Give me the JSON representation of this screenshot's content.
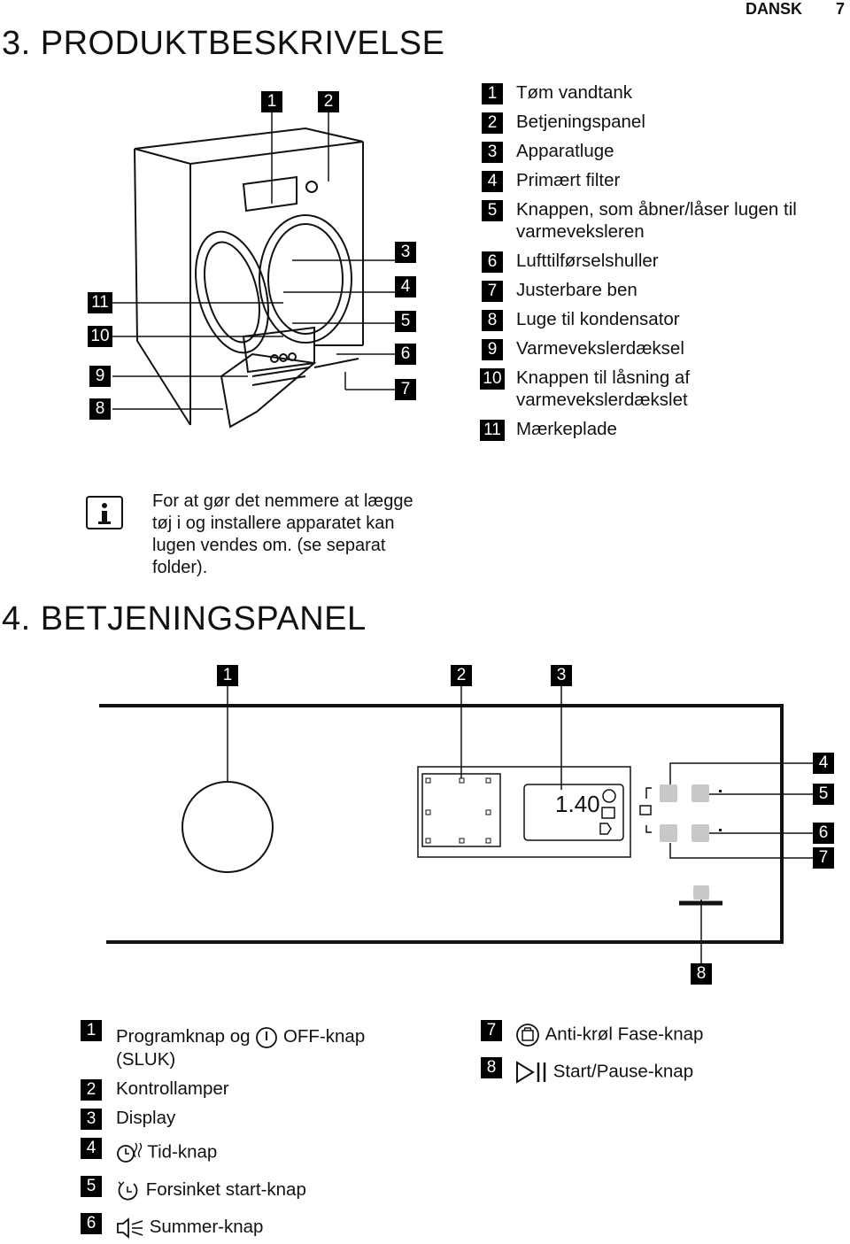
{
  "header": {
    "language": "DANSK",
    "page_number": "7"
  },
  "section3": {
    "title": "3. PRODUKTBESKRIVELSE",
    "callouts": [
      "1",
      "2",
      "3",
      "4",
      "5",
      "6",
      "7",
      "8",
      "9",
      "10",
      "11"
    ],
    "items": [
      {
        "n": "1",
        "text": "Tøm vandtank"
      },
      {
        "n": "2",
        "text": "Betjeningspanel"
      },
      {
        "n": "3",
        "text": "Apparatluge"
      },
      {
        "n": "4",
        "text": "Primært filter"
      },
      {
        "n": "5",
        "line1": "Knappen, som åbner/låser lugen til",
        "line2": "varmeveksleren"
      },
      {
        "n": "6",
        "text": "Lufttilførselshuller"
      },
      {
        "n": "7",
        "text": "Justerbare ben"
      },
      {
        "n": "8",
        "text": "Luge til kondensator"
      },
      {
        "n": "9",
        "text": "Varmevekslerdæksel"
      },
      {
        "n": "10",
        "line1": "Knappen til låsning af",
        "line2": "varmevekslerdækslet"
      },
      {
        "n": "11",
        "text": "Mærkeplade"
      }
    ],
    "note": "For at gør det nemmere at lægge tøj i og installere apparatet kan lugen vendes om. (se separat folder)."
  },
  "section4": {
    "title": "4. BETJENINGSPANEL",
    "callouts": [
      "1",
      "2",
      "3",
      "4",
      "5",
      "6",
      "7",
      "8"
    ],
    "display_value": "1.40",
    "items_left": [
      {
        "n": "1",
        "text_a": "Programknap og",
        "text_b": "OFF-knap",
        "text_c": "(SLUK)",
        "icon": "power-icon"
      },
      {
        "n": "2",
        "text": "Kontrollamper"
      },
      {
        "n": "3",
        "text": "Display"
      },
      {
        "n": "4",
        "text": "Tid-knap",
        "icon": "time-steam-icon"
      },
      {
        "n": "5",
        "text": "Forsinket start-knap",
        "icon": "delay-clock-icon"
      },
      {
        "n": "6",
        "text": "Summer-knap",
        "icon": "buzzer-icon"
      }
    ],
    "items_right": [
      {
        "n": "7",
        "text": "Anti-krøl Fase-knap",
        "icon": "anti-crease-icon"
      },
      {
        "n": "8",
        "text": "Start/Pause-knap",
        "icon": "start-pause-icon"
      }
    ]
  }
}
